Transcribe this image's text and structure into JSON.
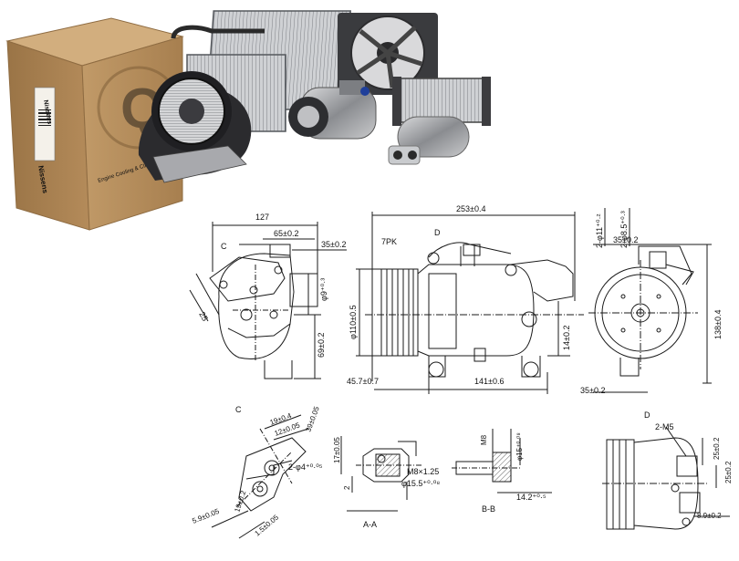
{
  "brand": {
    "logo_text": "Nissens",
    "box_tagline": "Engine Cooling & Climate"
  },
  "photo_products": [
    "blower-motor",
    "evaporator",
    "condenser",
    "radiator-fan",
    "ac-compressor",
    "heater-core",
    "receiver-drier"
  ],
  "colors": {
    "cardboard": "#b89160",
    "cardboard_dark": "#8f6c42",
    "metal": "#8a8c90",
    "line": "#1a1a1a",
    "paper": "#ffffff"
  },
  "side_view": {
    "label_C": "C",
    "dim_127": "127",
    "dim_65": "65±0.2",
    "dim_35_top": "35±0.2",
    "dim_9": "φ9⁺⁰·³",
    "dim_69": "69±0.2",
    "dim_angle": "25"
  },
  "front_view": {
    "label_D": "D",
    "dim_253": "253±0.4",
    "label_7pk": "7PK",
    "dim_110": "φ110±0.5",
    "dim_45": "45.7±0.7",
    "dim_141": "141±0.6",
    "dim_14": "14±0.2"
  },
  "end_view": {
    "dim_11": "2-φ11⁺⁰·²",
    "dim_8_5": "2-φ8.5⁺⁰·³",
    "dim_35_top": "35±0.2",
    "dim_138": "138±0.4",
    "dim_35_bottom": "35±0.2"
  },
  "detail_C": {
    "label": "C",
    "dim_19_top": "19±0.4",
    "dim_12": "12±0.05",
    "dim_39": "39±0.05",
    "dim_hole": "2-φ4⁺⁰·⁰⁵",
    "dim_19_bottom": "19±0.2",
    "dim_5_9": "5.9±0.05",
    "dim_1_5": "1.5±0.05"
  },
  "section_AA": {
    "label": "A-A",
    "dim_17": "17±0.05",
    "dim_2": "2",
    "dim_m8": "M8×1.25",
    "dim_15_5": "φ15.5⁺⁰·⁰⁸"
  },
  "section_BB": {
    "label": "B-B",
    "dim_m8": "M8",
    "dim_15": "φ15⁺⁰·⁰⁸",
    "dim_14_2": "14.2⁺⁰·⁵"
  },
  "detail_D": {
    "label": "D",
    "dim_m5": "2-M5",
    "dim_25_a": "25±0.2",
    "dim_25_b": "25±0.2",
    "dim_8_9": "8.9±0.2"
  }
}
